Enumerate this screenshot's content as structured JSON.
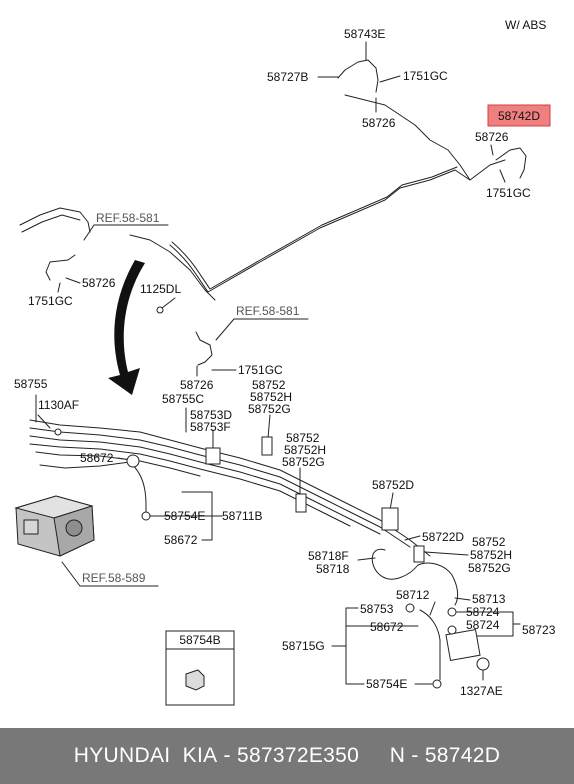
{
  "header": {
    "variant_note": "W/ ABS"
  },
  "highlighted_part": {
    "number": "58742D",
    "fill_color": "#f08080",
    "border_color": "#d04040"
  },
  "labels": {
    "p58743E": "58743E",
    "p58727B": "58727B",
    "p1751GC_a": "1751GC",
    "p58726_a": "58726",
    "p58726_b": "58726",
    "p1751GC_b": "1751GC",
    "ref_58581_a": "REF.58-581",
    "p58726_c": "58726",
    "p1751GC_c": "1751GC",
    "p1125DL": "1125DL",
    "ref_58581_b": "REF.58-581",
    "p1751GC_d": "1751GC",
    "p58755": "58755",
    "p1130AF": "1130AF",
    "p58726_d": "58726",
    "p58755C": "58755C",
    "p58752_a": "58752",
    "p58752H_a": "58752H",
    "p58752G_a": "58752G",
    "p58753D": "58753D",
    "p58753F": "58753F",
    "p58752_b": "58752",
    "p58752H_b": "58752H",
    "p58752G_b": "58752G",
    "p58672_a": "58672",
    "p58754E_a": "58754E",
    "p58711B": "58711B",
    "p58672_b": "58672",
    "p58752D": "58752D",
    "p58722D": "58722D",
    "p58752_c": "58752",
    "p58752H_c": "58752H",
    "p58752G_c": "58752G",
    "ref_58589": "REF.58-589",
    "p58718F": "58718F",
    "p58718": "58718",
    "p58712": "58712",
    "p58713": "58713",
    "p58753": "58753",
    "p58724_a": "58724",
    "p58672_c": "58672",
    "p58724_b": "58724",
    "p58723": "58723",
    "p58754B": "58754B",
    "p58715G": "58715G",
    "p58754E_b": "58754E",
    "p1327AE": "1327AE"
  },
  "footer": {
    "brand": "HYUNDAI  KIA",
    "part_number": "587372E350",
    "n_label": "N",
    "n_value": "58742D",
    "background": "#787878"
  }
}
